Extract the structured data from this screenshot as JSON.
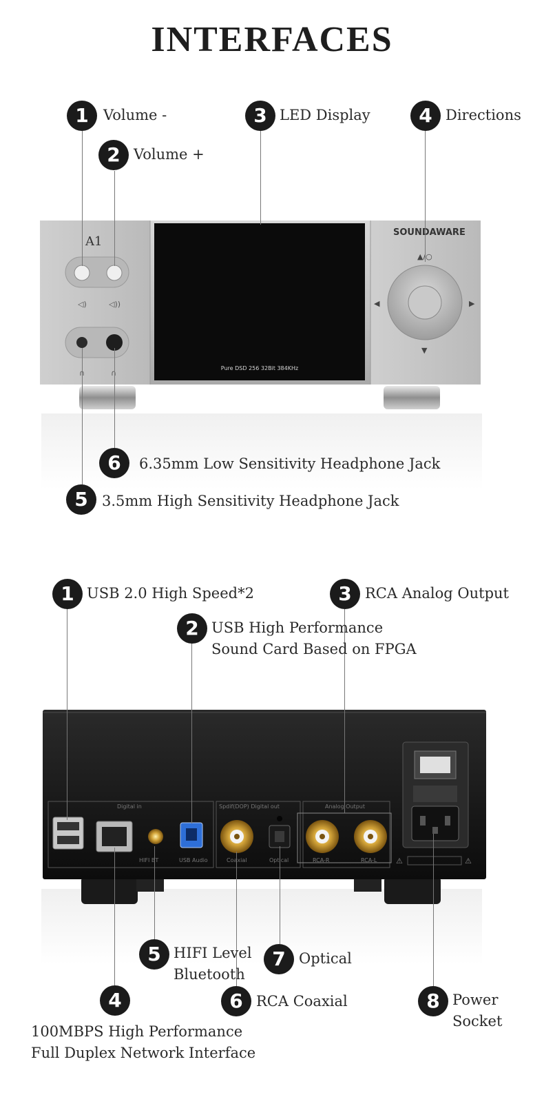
{
  "title": "INTERFACES",
  "front": {
    "brand": "SOUNDAWARE",
    "model": "A1",
    "screen_text": "Pure DSD 256 32Bit 384KHz",
    "callouts": [
      {
        "num": "1",
        "label": "Volume -"
      },
      {
        "num": "2",
        "label": "Volume +"
      },
      {
        "num": "3",
        "label": "LED Display"
      },
      {
        "num": "4",
        "label": "Directions"
      },
      {
        "num": "6",
        "label": "6.35mm Low Sensitivity Headphone Jack"
      },
      {
        "num": "5",
        "label": "3.5mm High Sensitivity Headphone Jack"
      }
    ]
  },
  "rear": {
    "panel_labels": {
      "digital_in": "Digital in",
      "spdif": "Spdif(DOP) Digital out",
      "analog": "Analog Output",
      "hifi_bt": "HIFI BT",
      "usb_audio": "USB Audio",
      "coaxial": "Coaxial",
      "optical": "Optical",
      "rca_r": "RCA-R",
      "rca_l": "RCA-L"
    },
    "callouts": [
      {
        "num": "1",
        "label": "USB 2.0 High Speed*2"
      },
      {
        "num": "2",
        "label_line1": "USB High Performance",
        "label_line2": "Sound Card Based on FPGA"
      },
      {
        "num": "3",
        "label": "RCA Analog Output"
      },
      {
        "num": "5",
        "label_line1": "HIFI Level",
        "label_line2": "Bluetooth"
      },
      {
        "num": "7",
        "label": "Optical"
      },
      {
        "num": "4",
        "label_line1": "100MBPS High Performance",
        "label_line2": "Full Duplex Network Interface"
      },
      {
        "num": "6",
        "label": "RCA Coaxial"
      },
      {
        "num": "8",
        "label_line1": "Power",
        "label_line2": "Socket"
      }
    ]
  }
}
